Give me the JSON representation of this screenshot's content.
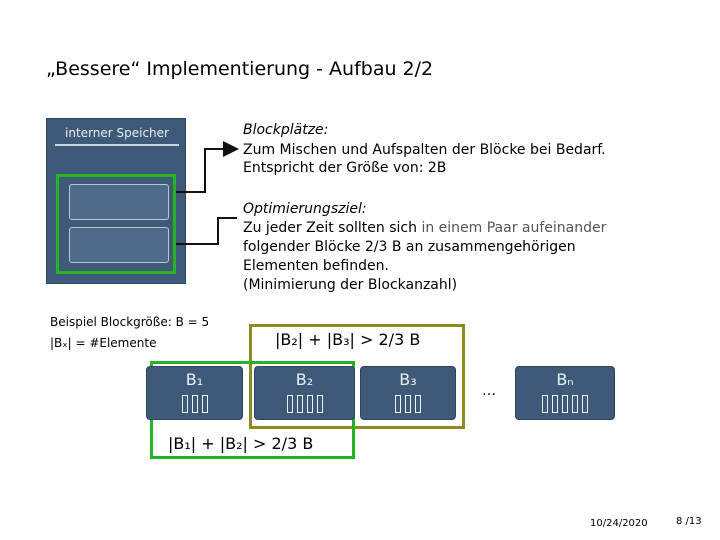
{
  "title": "„Bessere“ Implementierung - Aufbau 2/2",
  "memory": {
    "label": "interner Speicher"
  },
  "blockplaetze": {
    "heading": "Blockplätze:",
    "line1": "Zum Mischen und Aufspalten der Blöcke bei Bedarf.",
    "line2": "Entspricht der Größe von: 2B"
  },
  "optimierungsziel": {
    "heading": "Optimierungsziel:",
    "line1_a": "Zu jeder Zeit sollten sich ",
    "line1_b": "in einem Paar aufeinander",
    "line2": "folgender Blöcke 2/3 B an zusammengehörigen",
    "line3": "Elementen befinden.",
    "line4": "(Minimierung der Blockanzahl)"
  },
  "example": {
    "line1": "Beispiel Blockgröße: B = 5",
    "line2": "|Bₓ| = #Elemente"
  },
  "blocks": [
    {
      "label": "B₁",
      "elements": 3
    },
    {
      "label": "B₂",
      "elements": 4
    },
    {
      "label": "B₃",
      "elements": 3
    },
    {
      "label": "Bₙ",
      "elements": 5
    }
  ],
  "ellipsis": "…",
  "formula_top": "|B₂| + |B₃| > 2/3 B",
  "formula_bottom": "|B₁| + |B₂| > 2/3 B",
  "footer": {
    "date": "10/24/2020",
    "page": "8 /13"
  },
  "colors": {
    "green": "#22b422",
    "olive": "#8f8a1f",
    "block": "#3f5a78"
  }
}
